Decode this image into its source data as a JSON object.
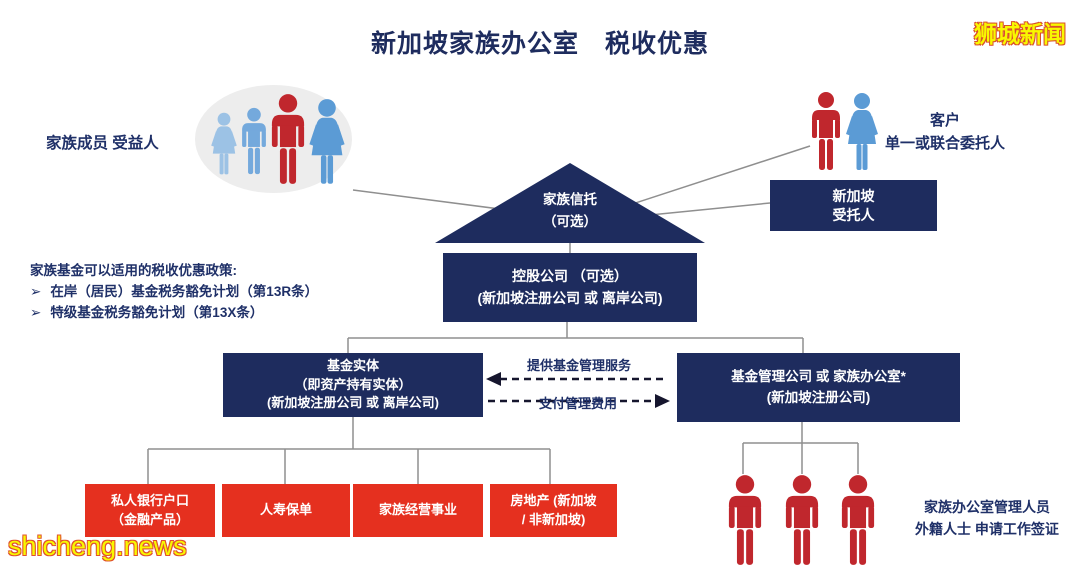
{
  "title": "新加坡家族办公室　税收优惠",
  "logo": "狮城新闻",
  "watermark": "shicheng.news",
  "colors": {
    "navy_box": "#1e2c5e",
    "red_box": "#e5301f",
    "figure_red": "#c0272d",
    "figure_blue": "#5b9bd5",
    "figure_blue_light": "#74a9dc",
    "figure_blue_pale": "#9cc2e5",
    "connector_gray": "#8f8f8f",
    "logo_yellow": "#f8f800",
    "logo_outline": "#d94f2b",
    "text_navy": "#1f3068"
  },
  "family_group": {
    "label": "家族成员 受益人"
  },
  "client_group": {
    "line1": "客户",
    "line2": "单一或联合委托人"
  },
  "trust": {
    "line1": "家族信托",
    "line2": "（可选）"
  },
  "trustee": {
    "line1": "新加坡",
    "line2": "受托人"
  },
  "holding": {
    "line1": "控股公司 （可选）",
    "line2": "(新加坡注册公司 或 离岸公司)"
  },
  "policy": {
    "heading": "家族基金可以适用的税收优惠政策:",
    "bullet": "➢",
    "items": [
      "在岸（居民）基金税务豁免计划（第13R条）",
      "特级基金税务豁免计划（第13X条）"
    ]
  },
  "fund_entity": {
    "line1": "基金实体",
    "line2": "（即资产持有实体）",
    "line3": "(新加坡注册公司 或 离岸公司)"
  },
  "manager": {
    "line1": "基金管理公司 或 家族办公室*",
    "line2": "(新加坡注册公司)"
  },
  "services": {
    "provide": "提供基金管理服务",
    "pay": "支付管理费用"
  },
  "assets": [
    {
      "line1": "私人银行户口",
      "line2": "（金融产品）"
    },
    {
      "line1": "人寿保单",
      "line2": ""
    },
    {
      "line1": "家族经营事业",
      "line2": ""
    },
    {
      "line1": "房地产 (新加坡",
      "line2": "/ 非新加坡)"
    }
  ],
  "staff": {
    "line1": "家族办公室管理人员",
    "line2": "外籍人士 申请工作签证"
  }
}
